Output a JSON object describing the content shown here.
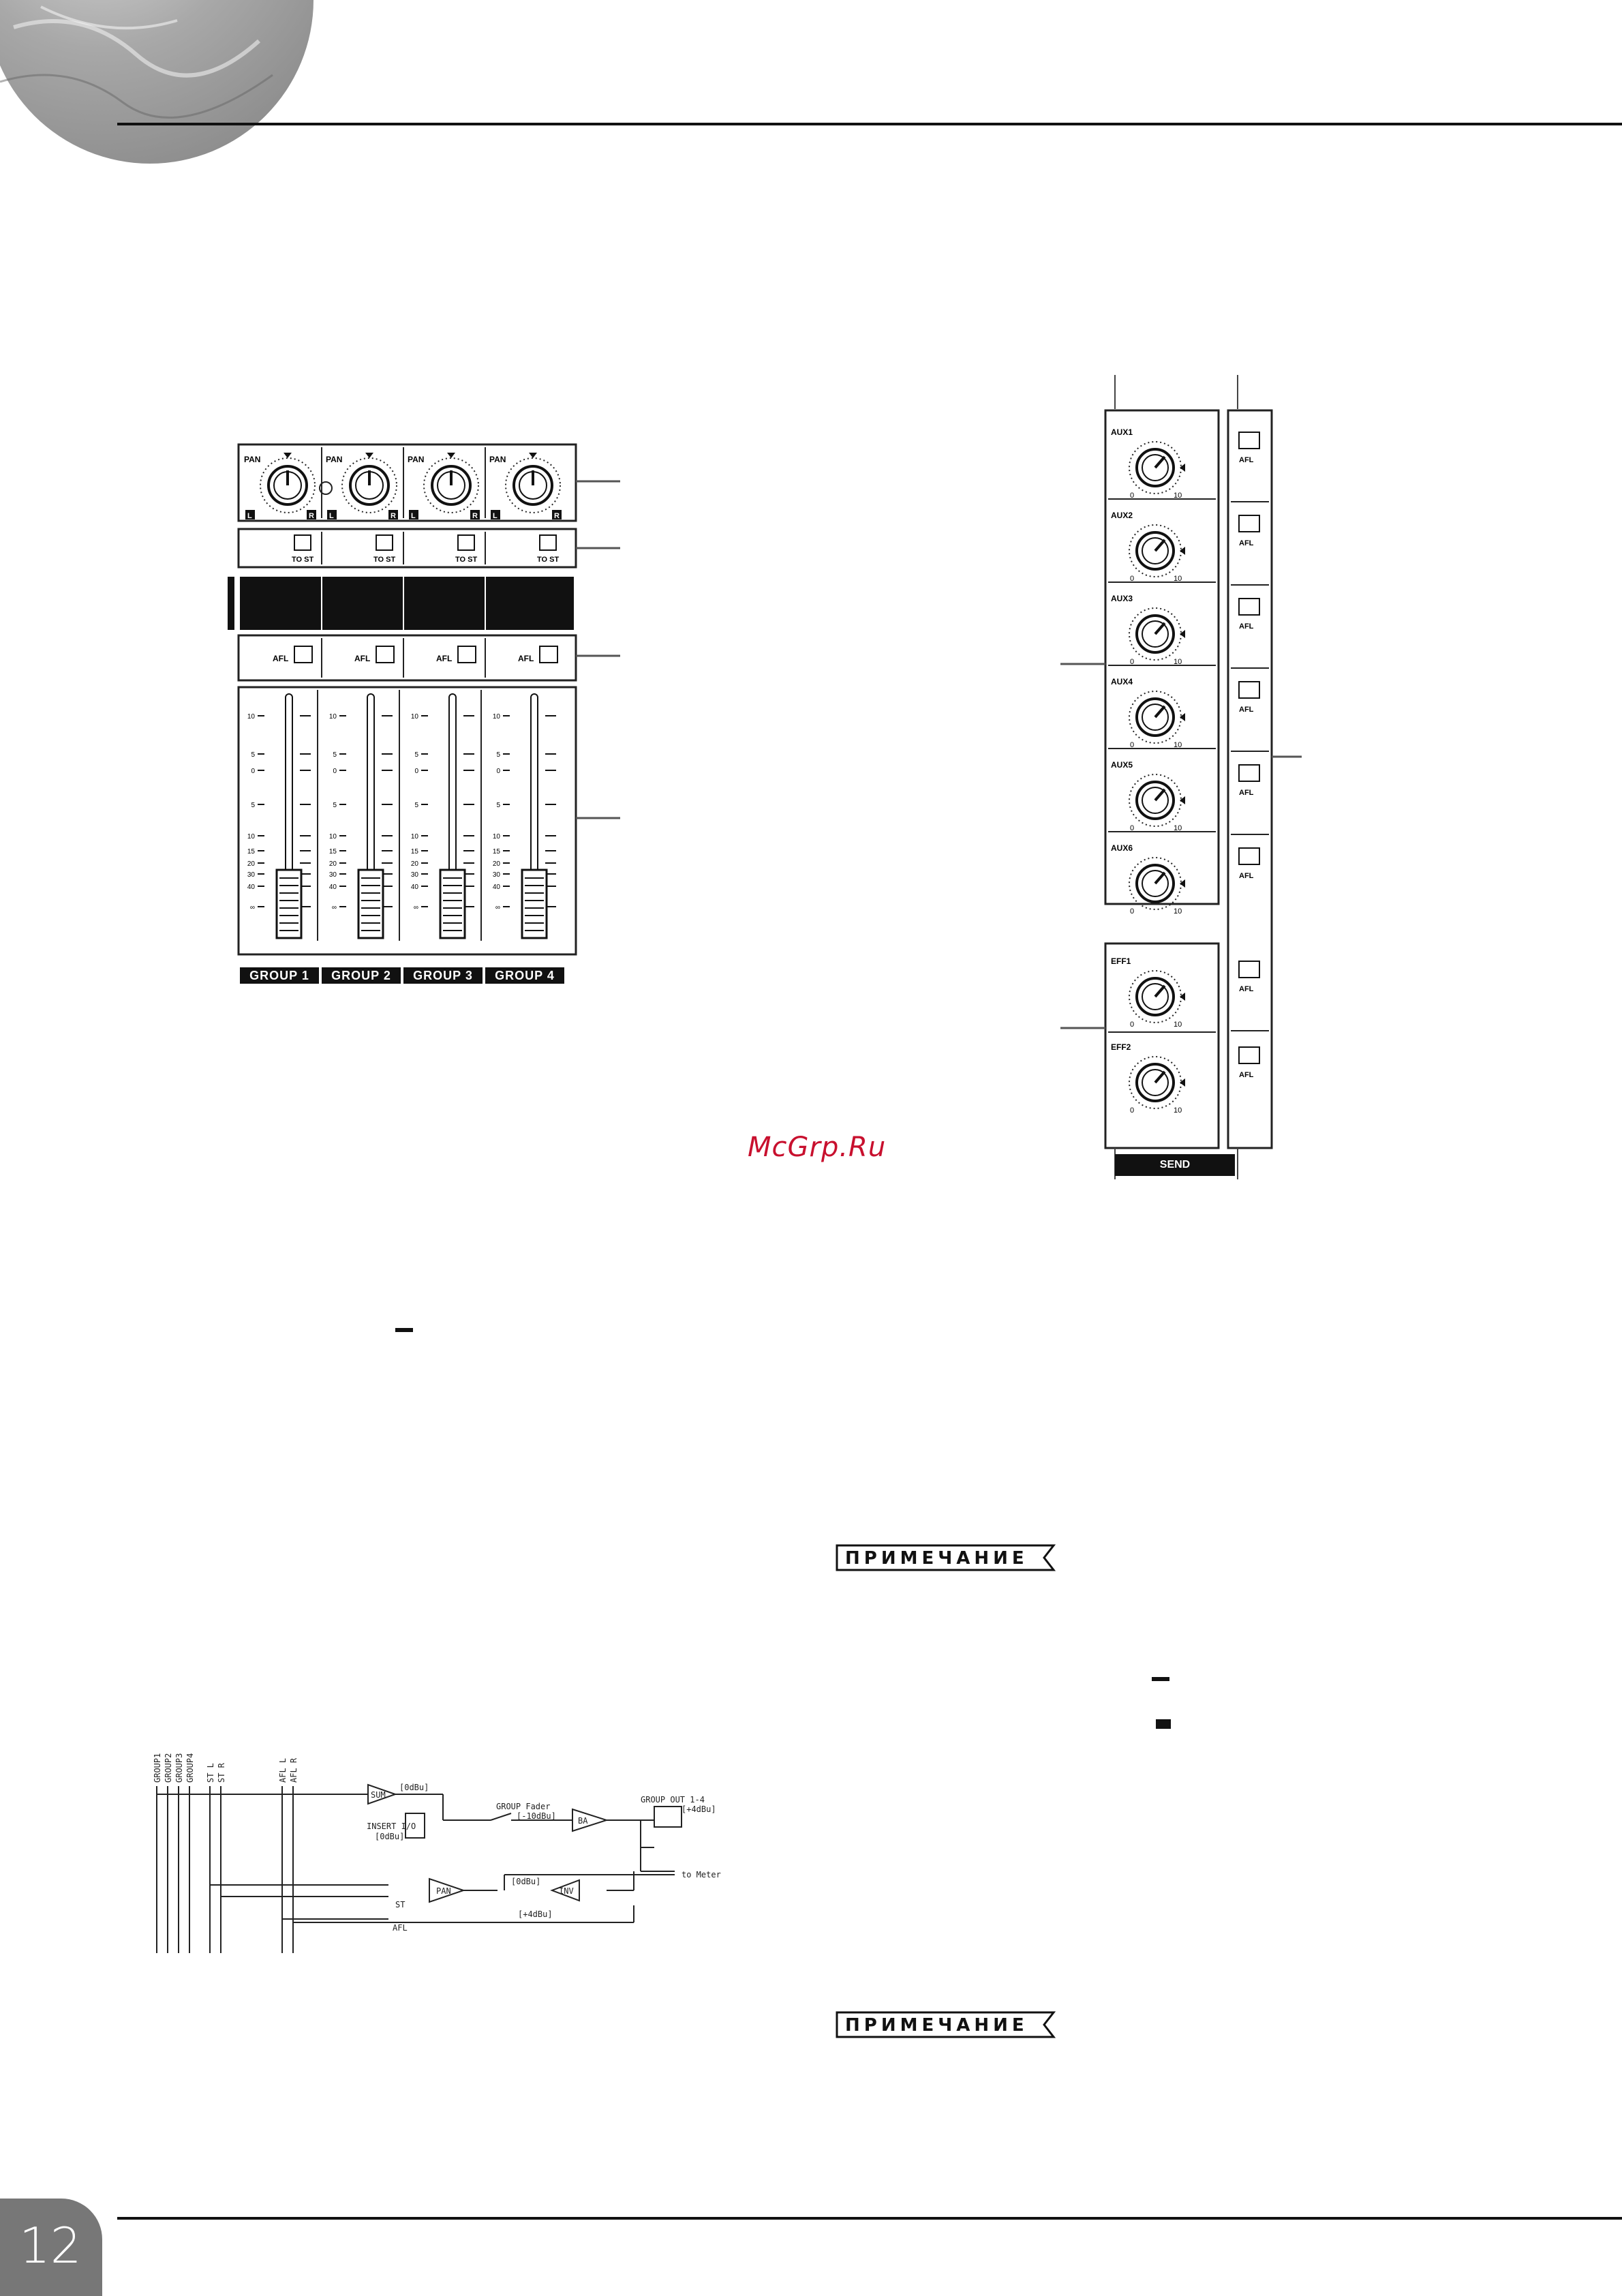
{
  "page_number": "12",
  "watermark": "McGrp.Ru",
  "notes": [
    "ПРИМЕЧАНИЕ",
    "ПРИМЕЧАНИЕ"
  ],
  "group_panel": {
    "pan_label": "PAN",
    "pan_left": "L",
    "pan_right": "R",
    "to_st_label": "TO ST",
    "afl_label": "AFL",
    "fader_scale": [
      "10",
      "5",
      "0",
      "5",
      "10",
      "15",
      "20",
      "30",
      "40",
      "∞"
    ],
    "group_labels": [
      "GROUP 1",
      "GROUP 2",
      "GROUP 3",
      "GROUP 4"
    ]
  },
  "send_panel": {
    "aux_labels": [
      "AUX1",
      "AUX2",
      "AUX3",
      "AUX4",
      "AUX5",
      "AUX6"
    ],
    "eff_labels": [
      "EFF1",
      "EFF2"
    ],
    "knob_min": "0",
    "knob_max": "10",
    "afl_label": "AFL",
    "send_label": "SEND"
  },
  "block_diagram": {
    "bus_labels": [
      "GROUP1",
      "GROUP2",
      "GROUP3",
      "GROUP4",
      "ST L",
      "ST R",
      "AFL L",
      "AFL R"
    ],
    "sum": "SUM",
    "level_0dbu": "[0dBu]",
    "insert": "INSERT I/O",
    "insert_level": "[0dBu]",
    "group_fader": "GROUP Fader",
    "fader_range": "[-10dBu]",
    "ba": "BA",
    "group_out": "GROUP OUT 1-4",
    "out_level": "[+4dBu]",
    "to_meter": "to Meter",
    "pan": "PAN",
    "st": "ST",
    "afl": "AFL",
    "inv": "INV",
    "inv_in": "[0dBu]",
    "inv_out": "[+4dBu]"
  }
}
